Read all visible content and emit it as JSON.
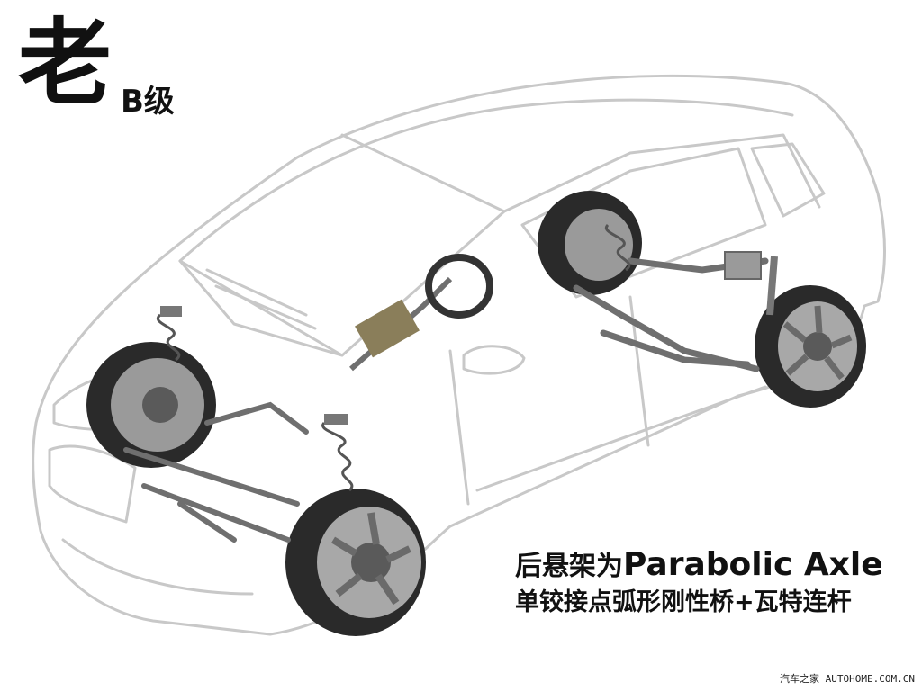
{
  "title": {
    "main": "老",
    "sub": "B级"
  },
  "caption": {
    "line1_cn": "后悬架为",
    "line1_en": "Parabolic Axle",
    "line2": "单铰接点弧形刚性桥+瓦特连杆"
  },
  "watermark": "汽车之家 AUTOHOME.COM.CN",
  "colors": {
    "background": "#ffffff",
    "text": "#111111",
    "body_outline": "#c8c8c8",
    "tire": "#2a2a2a",
    "metal": "#8a8a8a"
  }
}
